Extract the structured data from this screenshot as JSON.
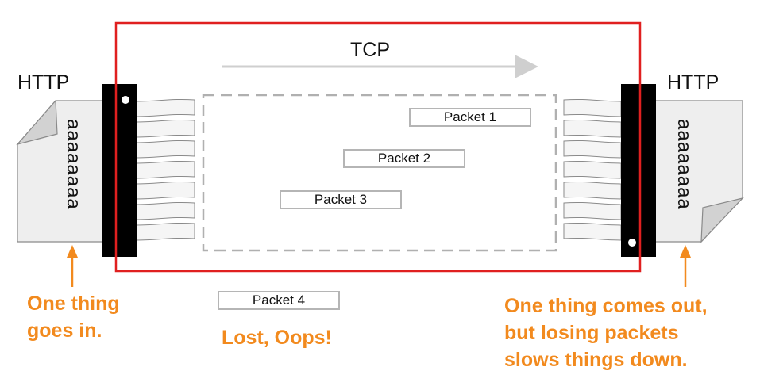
{
  "diagram": {
    "protocol_label": "TCP",
    "left_document": {
      "label": "HTTP",
      "content": "aaaaaaaa"
    },
    "right_document": {
      "label": "HTTP",
      "content": "aaaaaaaa"
    },
    "packets_in_transit": [
      "Packet 1",
      "Packet 2",
      "Packet 3"
    ],
    "lost_packet": "Packet 4",
    "notes": {
      "input": "One thing\ngoes in.",
      "lost": "Lost, Oops!",
      "output": "One thing comes out,\nbut losing packets\nslows things down."
    },
    "colors": {
      "connection_box": "#e02020",
      "annotation": "#f28a1e",
      "packet_border": "#b5b5b5",
      "document_fill": "#eeeeee",
      "connector": "#000000"
    }
  }
}
